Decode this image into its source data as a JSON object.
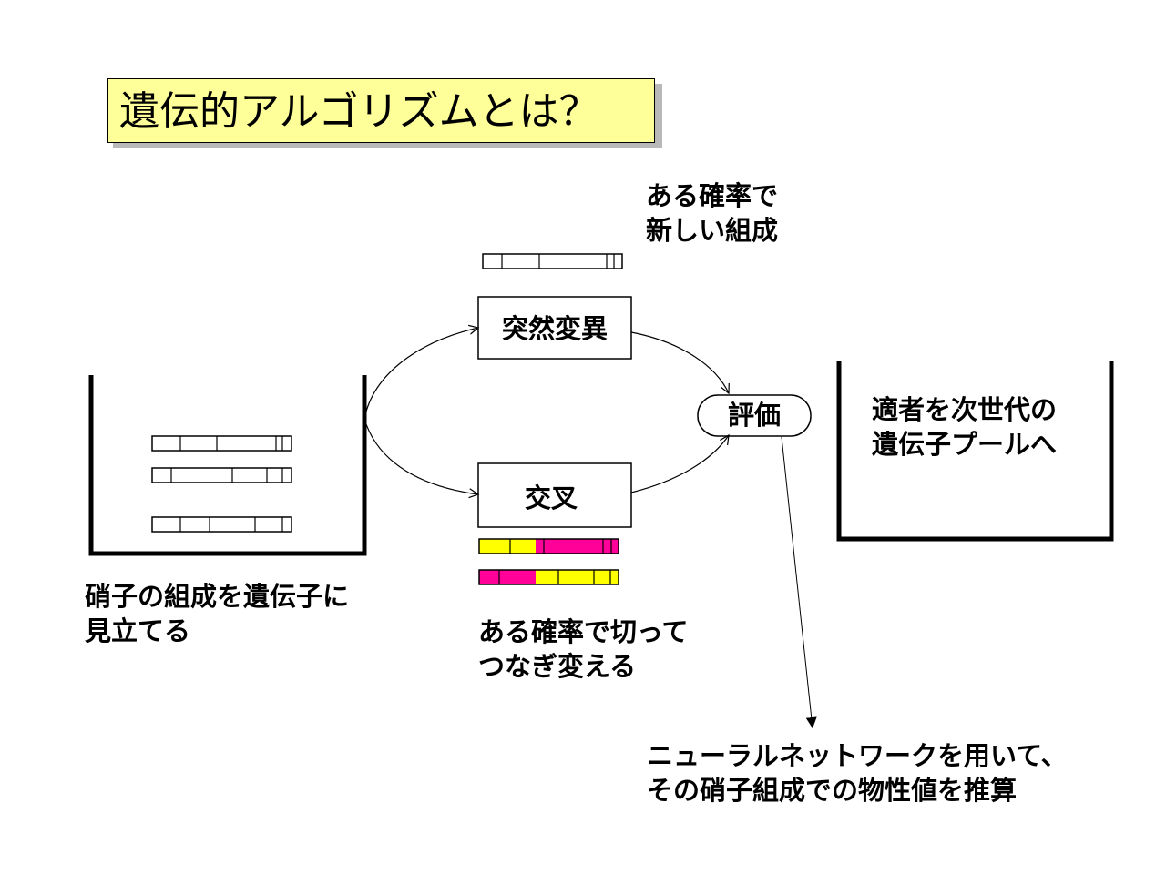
{
  "title": "遺伝的アルゴリズムとは？",
  "nodes": {
    "mutation": "突然変異",
    "crossover": "交叉",
    "evaluation": "評価"
  },
  "notes": {
    "mutation_line1": "ある確率で",
    "mutation_line2": "新しい組成",
    "pool_line1": "硝子の組成を遺伝子に",
    "pool_line2": "見立てる",
    "crossover_line1": "ある確率で切って",
    "crossover_line2": "つなぎ変える",
    "next_gen_line1": "適者を次世代の",
    "next_gen_line2": "遺伝子プールへ",
    "eval_line1": "ニューラルネットワークを用いて、",
    "eval_line2": "その硝子組成での物性値を推算"
  },
  "colors": {
    "title_bg": "#ffff99",
    "gene_yellow": "#ffff00",
    "gene_magenta": "#ff0099"
  }
}
